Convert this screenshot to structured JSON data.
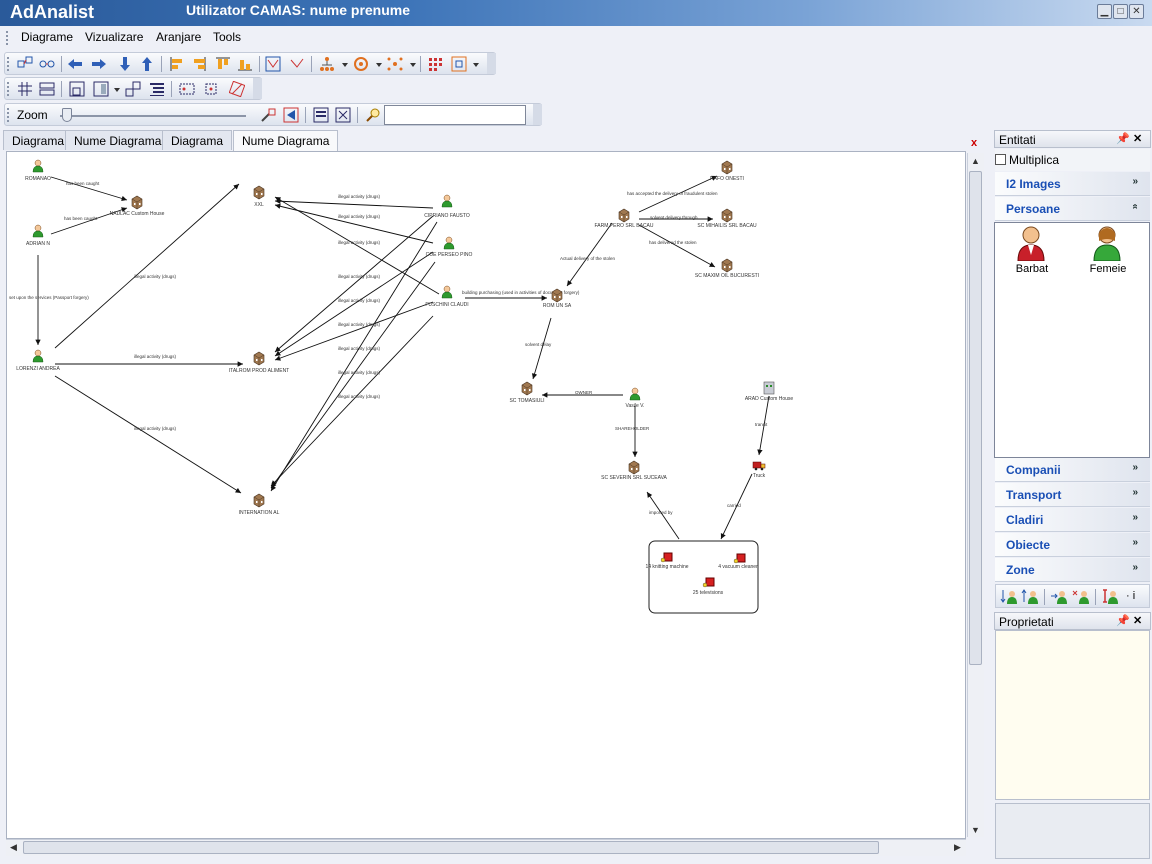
{
  "window": {
    "app_title": "AdAnalist",
    "user_label": "Utilizator CAMAS:  nume prenume",
    "controls": {
      "minimize": "▁",
      "maximize": "□",
      "close": "✕"
    }
  },
  "menu": [
    "Diagrame",
    "Vizualizare",
    "Aranjare",
    "Tools"
  ],
  "zoom": {
    "label": "Zoom",
    "search_value": ""
  },
  "tabs": [
    {
      "label": "Diagrama",
      "active": false
    },
    {
      "label": "Nume Diagrama",
      "active": false
    },
    {
      "label": "Diagrama",
      "active": false
    },
    {
      "label": "Nume Diagrama",
      "active": true
    }
  ],
  "tab_close": "x",
  "right_panel": {
    "entitati_title": "Entitati",
    "multiplica_label": "Multiplica",
    "categories": [
      {
        "label": "I2 Images",
        "expanded": false
      },
      {
        "label": "Persoane",
        "expanded": true
      },
      {
        "label": "Companii",
        "expanded": false
      },
      {
        "label": "Transport",
        "expanded": false
      },
      {
        "label": "Cladiri",
        "expanded": false
      },
      {
        "label": "Obiecte",
        "expanded": false
      },
      {
        "label": "Zone",
        "expanded": false
      }
    ],
    "persons": [
      {
        "label": "Barbat",
        "color": "#c02020"
      },
      {
        "label": "Femeie",
        "color": "#2aa02a"
      }
    ],
    "proprietati_title": "Proprietati"
  },
  "diagram": {
    "nodes": [
      {
        "id": "romanao",
        "label": "ROMANAO",
        "type": "person"
      },
      {
        "id": "adrian",
        "label": "ADRIAN N",
        "type": "person"
      },
      {
        "id": "lorenzi",
        "label": "LORENZI ANDREA",
        "type": "person"
      },
      {
        "id": "nadlac",
        "label": "NADLAC Custom House",
        "type": "building"
      },
      {
        "id": "xxl",
        "label": "XXL",
        "type": "building"
      },
      {
        "id": "italrom",
        "label": "ITALROM PROD ALIMENT",
        "type": "building"
      },
      {
        "id": "intern",
        "label": "INTERNATION AL",
        "type": "building"
      },
      {
        "id": "cipriano",
        "label": "CIPRIANO FAUSTO",
        "type": "person"
      },
      {
        "id": "coe",
        "label": "COE PERSEO PINO",
        "type": "person"
      },
      {
        "id": "fuschini",
        "label": "FUSCHINI CLAUDI",
        "type": "person"
      },
      {
        "id": "farm",
        "label": "FARM PERO SRL BACAU",
        "type": "building"
      },
      {
        "id": "rafo",
        "label": "RAFO ONESTI",
        "type": "building"
      },
      {
        "id": "mihailis",
        "label": "SC MIHAILIS SRL BACAU",
        "type": "building"
      },
      {
        "id": "maximoil",
        "label": "SC MAXIM OIL BUCURESTI",
        "type": "building"
      },
      {
        "id": "rom",
        "label": "ROM UN SA",
        "type": "building"
      },
      {
        "id": "tomasiuli",
        "label": "SC TOMASIULI",
        "type": "building"
      },
      {
        "id": "vasile",
        "label": "Vasile V.",
        "type": "person"
      },
      {
        "id": "arad",
        "label": "ARAD Custom House",
        "type": "customs"
      },
      {
        "id": "severin",
        "label": "SC SEVERIN SRL SUCEAVA",
        "type": "building"
      },
      {
        "id": "truck",
        "label": "Truck",
        "type": "truck"
      }
    ],
    "group_items": [
      "14 knitting machine",
      "4 vacuum cleaner",
      "25 televisions"
    ],
    "edge_labels": {
      "has_been_caught": "has been caught",
      "set_upon": "set upon the services (Passport forgery)",
      "illegal_activity": "illegal activity (drugs)",
      "building_purchasing": "building purchasing (used in activities of document forgery)",
      "actual_delivery": "Actual delivery of the stolen",
      "has_accepted": "has accepted the delivery of fraudulent stolen",
      "solvent_delivery": "solvent delivery through",
      "has_delivered": "has delivered the stolen",
      "solvent_delay": "solvent delay",
      "owner": "OWNER",
      "shareholder": "SHAREHOLDER",
      "imported_by": "imported by",
      "transit": "transit",
      "carried": "carried"
    }
  }
}
